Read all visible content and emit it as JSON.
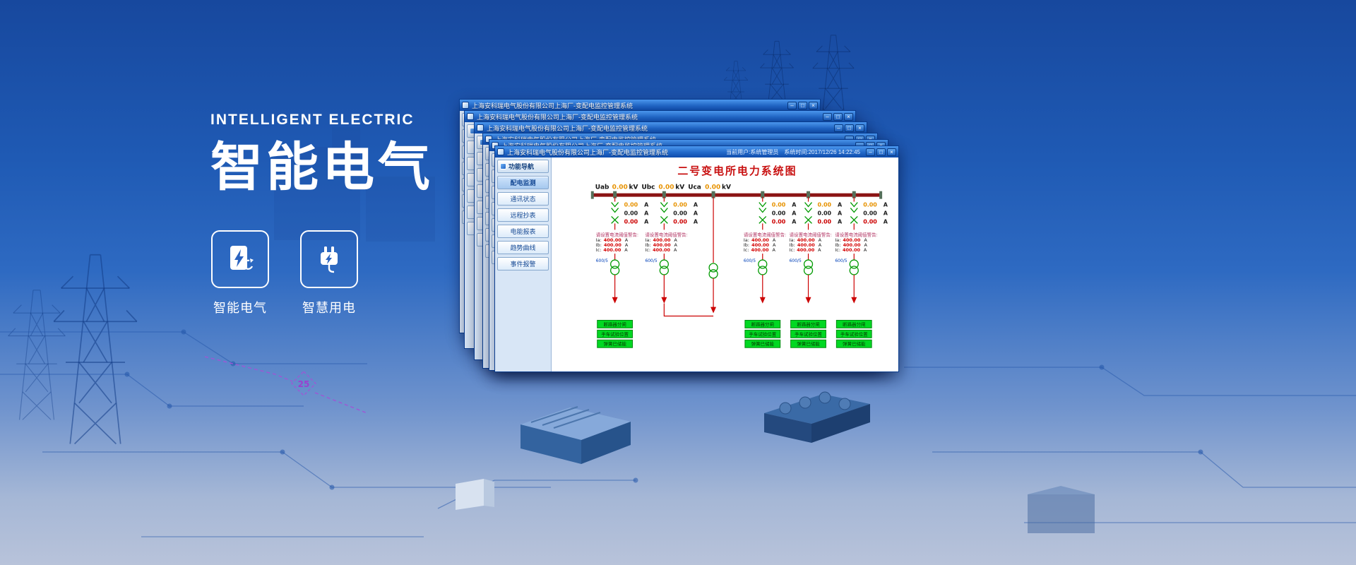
{
  "hero": {
    "eyebrow": "INTELLIGENT ELECTRIC",
    "title": "智能电气",
    "cards": [
      {
        "label": "智能电气"
      },
      {
        "label": "智慧用电"
      }
    ]
  },
  "decor": {
    "distance_marker": "25"
  },
  "windows": {
    "title": "上海安科瑞电气股份有限公司上海厂-变配电监控管理系统",
    "user_status": "当前用户:系统管理员",
    "time_status": "系统时间:2017/12/26 14:22:45",
    "controls": {
      "minimize": "–",
      "maximize": "□",
      "close": "×"
    },
    "nav": {
      "header": "功能导航",
      "items": [
        "配电监测",
        "通讯状态",
        "远程抄表",
        "电能报表",
        "趋势曲线",
        "事件报警"
      ]
    },
    "diagram": {
      "title": "二号变电所电力系统图",
      "voltages": [
        {
          "label": "Uab",
          "value": "0.00",
          "unit": "kV"
        },
        {
          "label": "Ubc",
          "value": "0.00",
          "unit": "kV"
        },
        {
          "label": "Uca",
          "value": "0.00",
          "unit": "kV"
        }
      ],
      "labels": {
        "warn": "请设置电流阈值警告:",
        "ia": "Ia:",
        "ib": "Ib:",
        "ic": "Ic:",
        "amp": "A",
        "ct_ratio": "600/5"
      },
      "feeders": [
        {
          "i1": "0.00",
          "i2": "0.00",
          "i3": "0.00",
          "ta": "400.00",
          "tb": "400.00",
          "tc": "400.00"
        },
        {
          "i1": "0.00",
          "i2": "0.00",
          "i3": "0.00",
          "ta": "400.00",
          "tb": "400.00",
          "tc": "400.00"
        },
        {
          "i1": "0.00",
          "i2": "0.00",
          "i3": "0.00",
          "ta": "400.00",
          "tb": "400.00",
          "tc": "400.00"
        },
        {
          "i1": "0.00",
          "i2": "0.00",
          "i3": "0.00",
          "ta": "400.00",
          "tb": "400.00",
          "tc": "400.00"
        },
        {
          "i1": "0.00",
          "i2": "0.00",
          "i3": "0.00",
          "ta": "400.00",
          "tb": "400.00",
          "tc": "400.00"
        }
      ],
      "status_buttons": [
        "断路器分闸",
        "手车试验位置",
        "弹簧已储能"
      ]
    }
  }
}
